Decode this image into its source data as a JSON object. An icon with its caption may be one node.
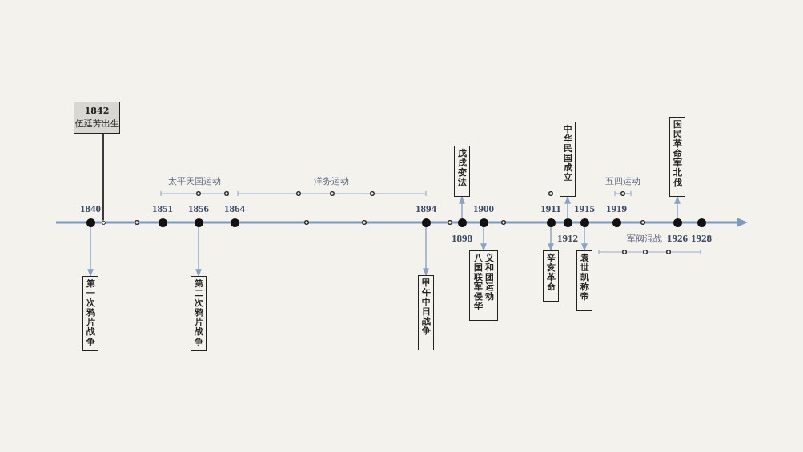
{
  "diagram": {
    "nodes": [
      {
        "text": [
          "1842",
          "伍廷芳出生"
        ]
      },
      {
        "text": [],
        "shape": "circle",
        "beside": [
          "1840"
        ]
      },
      {
        "text": [],
        "shape": "circle"
      },
      {
        "text": [],
        "shape": "circle",
        "beside": [
          "1851"
        ]
      },
      {
        "text": [],
        "shape": "circle",
        "beside": [
          "1856"
        ]
      },
      {
        "text": [],
        "shape": "circle",
        "beside": [
          "1864"
        ]
      },
      {
        "text": [],
        "shape": "circle",
        "beside": [
          "1894"
        ]
      },
      {
        "text": [],
        "shape": "circle",
        "beside": [
          "1898"
        ]
      },
      {
        "text": [],
        "shape": "circle",
        "beside": [
          "1900"
        ]
      },
      {
        "text": [],
        "shape": "circle",
        "beside": [
          "1911"
        ]
      },
      {
        "text": [],
        "shape": "circle",
        "beside": [
          "1912"
        ]
      },
      {
        "text": [],
        "shape": "circle",
        "beside": [
          "1915"
        ]
      },
      {
        "text": [],
        "shape": "circle",
        "beside": [
          "1919"
        ]
      },
      {
        "text": [],
        "shape": "circle",
        "beside": [
          "1926"
        ]
      },
      {
        "text": [],
        "shape": "circle",
        "beside": [
          "1928"
        ]
      },
      {
        "text": [
          "第一次鸦片战争"
        ]
      },
      {
        "text": [
          "第二次鸦片战争"
        ]
      },
      {
        "text": [
          "甲午中日战争"
        ]
      },
      {
        "text": [
          "戊戌变法"
        ]
      },
      {
        "text": [
          "八国联军侵华",
          "义和团运动"
        ]
      },
      {
        "text": [
          "辛亥革命"
        ]
      },
      {
        "text": [
          "中华民国成立"
        ]
      },
      {
        "text": [
          "袁世凯称帝"
        ]
      },
      {
        "text": [
          "国民革命军北伐"
        ]
      }
    ],
    "edges": [
      {
        "from": 0,
        "to": 2,
        "arrow": "none",
        "color": "#3a3a3a"
      },
      {
        "from": 1,
        "to": 15,
        "arrow": "to"
      },
      {
        "from": 4,
        "to": 16,
        "arrow": "to"
      },
      {
        "from": 6,
        "to": 17,
        "arrow": "to"
      },
      {
        "from": 7,
        "to": 18,
        "arrow": "to"
      },
      {
        "from": 8,
        "to": 19,
        "arrow": "to"
      },
      {
        "from": 9,
        "to": 20,
        "arrow": "to"
      },
      {
        "from": 10,
        "to": 21,
        "arrow": "to"
      },
      {
        "from": 11,
        "to": 22,
        "arrow": "to"
      },
      {
        "from": 13,
        "to": 23,
        "arrow": "to"
      }
    ],
    "labels": [
      "太平天国运动",
      "洋务运动",
      "五四运动",
      "军阀混战"
    ]
  }
}
